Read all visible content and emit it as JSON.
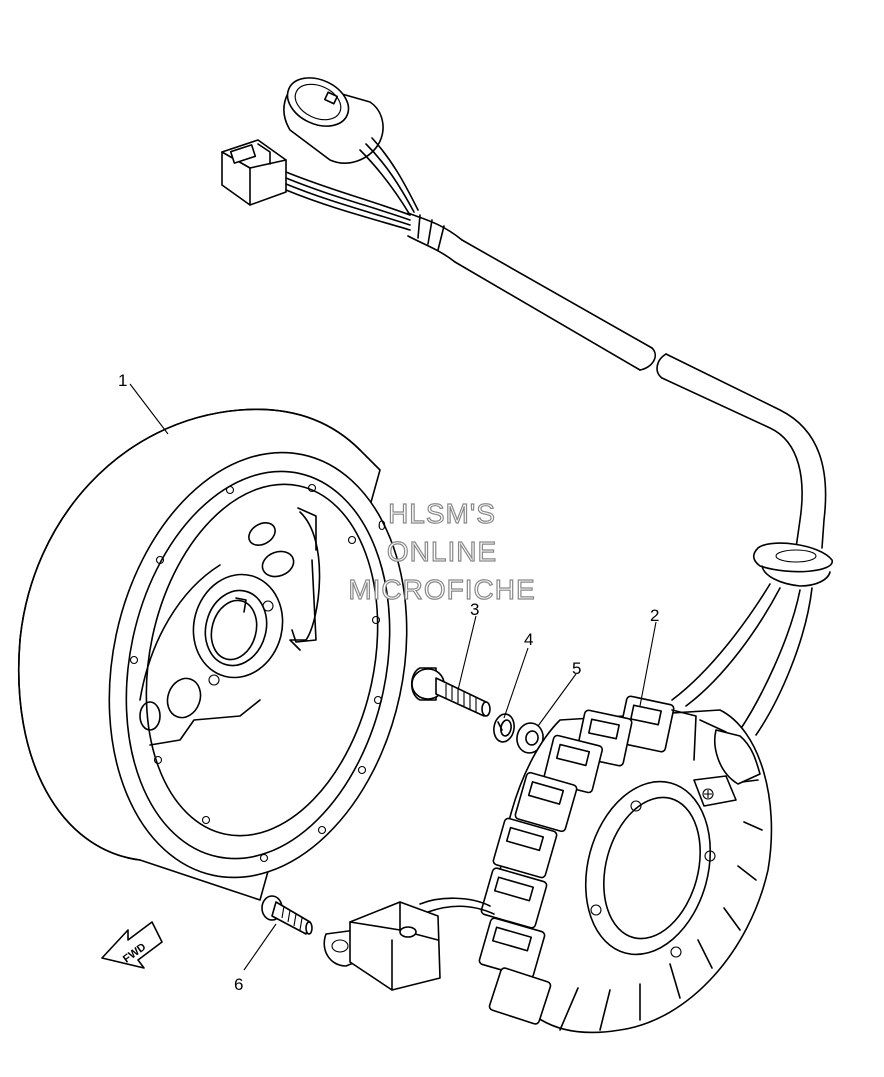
{
  "callouts": [
    {
      "id": "1",
      "label": "1"
    },
    {
      "id": "2",
      "label": "2"
    },
    {
      "id": "3",
      "label": "3"
    },
    {
      "id": "4",
      "label": "4"
    },
    {
      "id": "5",
      "label": "5"
    },
    {
      "id": "6",
      "label": "6"
    }
  ],
  "fwd_label": "FWD",
  "watermark": {
    "line1": "HLSM'S",
    "line2": "ONLINE",
    "line3": "MICROFICHE"
  }
}
